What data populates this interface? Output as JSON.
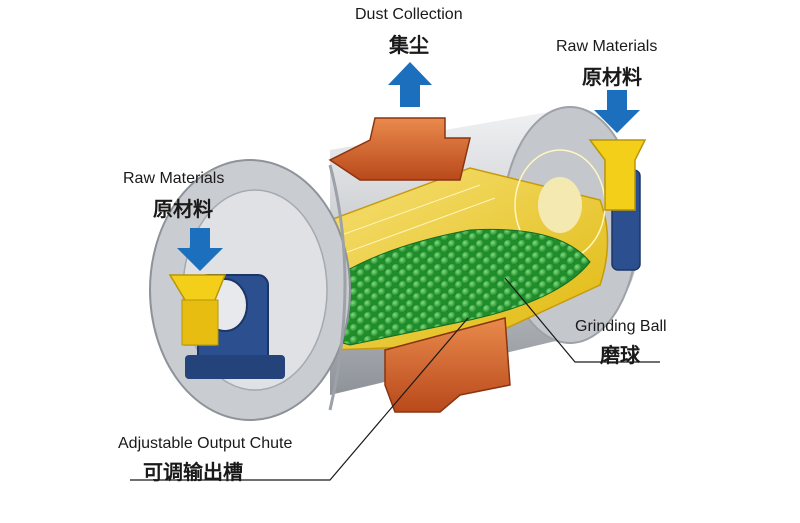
{
  "labels": {
    "dust_collection": {
      "en": "Dust Collection",
      "zh": "集尘"
    },
    "raw_materials_right": {
      "en": "Raw Materials",
      "zh": "原材料"
    },
    "raw_materials_left": {
      "en": "Raw Materials",
      "zh": "原材料"
    },
    "grinding_ball": {
      "en": "Grinding Ball",
      "zh": "磨球"
    },
    "output_chute": {
      "en": "Adjustable Output Chute",
      "zh": "可调输出槽"
    }
  },
  "colors": {
    "arrow_blue": "#1b6fbd",
    "drum_gray": "#b9bdc2",
    "drum_light": "#e4e6e9",
    "liner_yellow": "#f2d21c",
    "ball_green": "#2fa83a",
    "hood_orange": "#d9652a",
    "bearing_blue": "#2c4f8f",
    "feeder_yellow": "#f4cf1a"
  },
  "icons": [
    "arrow-up-icon",
    "arrow-down-icon"
  ]
}
